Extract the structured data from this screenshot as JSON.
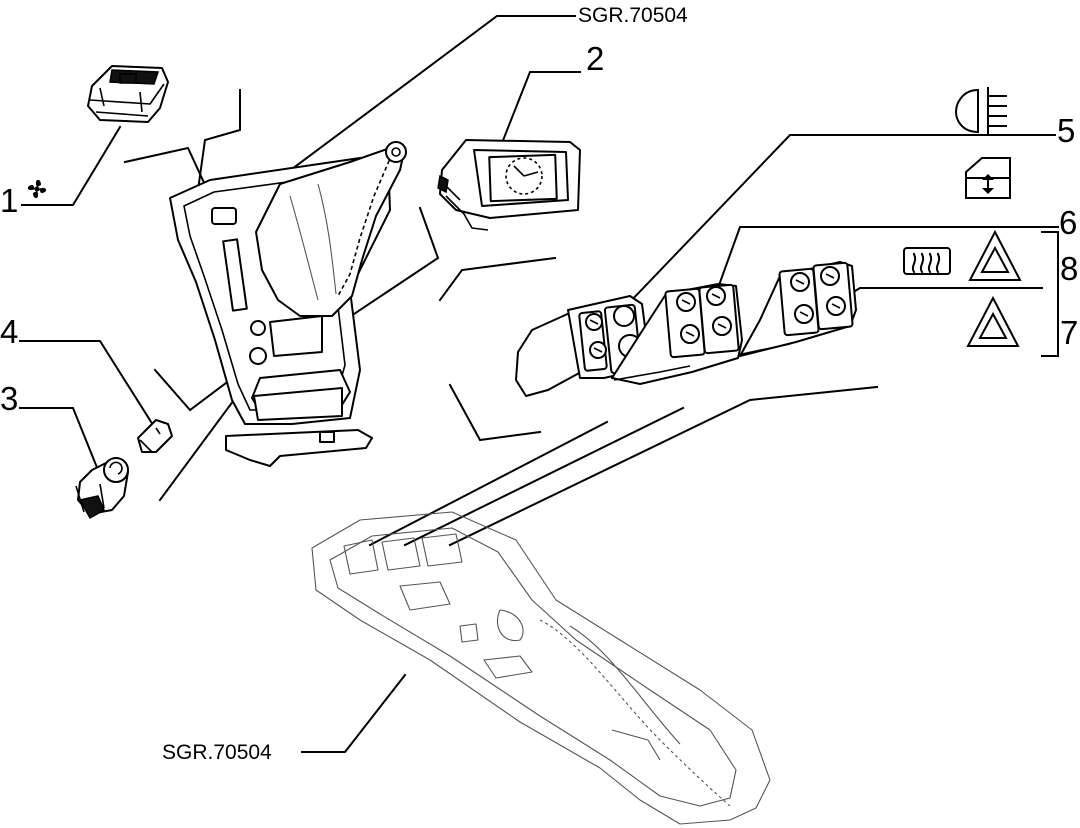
{
  "callouts": {
    "ref_top": "SGR.70504",
    "ref_bottom": "SGR.70504",
    "part_1": "1",
    "part_2": "2",
    "part_3": "3",
    "part_4": "4",
    "part_5": "5",
    "part_6": "6",
    "part_7": "7",
    "part_8": "8"
  },
  "symbols": {
    "part_1": "fan-icon",
    "part_5": "fog-light-icon",
    "part_6": "power-window-icon",
    "part_7": "hazard-warning-icon",
    "part_8": [
      "rear-defrost-icon",
      "hazard-warning-icon"
    ]
  }
}
